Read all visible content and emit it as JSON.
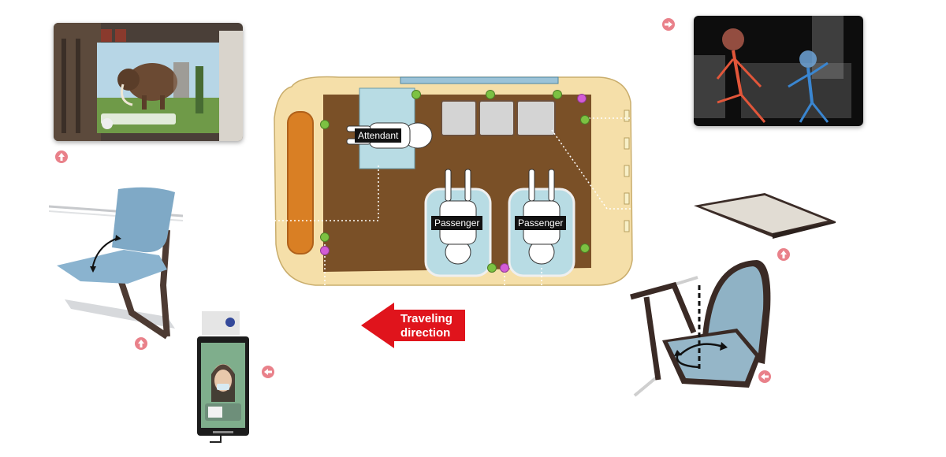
{
  "floorplan": {
    "attendant_label": "Attendant",
    "passenger_label_1": "Passenger",
    "passenger_label_2": "Passenger"
  },
  "direction": {
    "line1": "Traveling",
    "line2": "direction",
    "color": "#e0141c"
  },
  "colors": {
    "marker_green": "#7cc242",
    "marker_magenta": "#d35cd6",
    "pointer_badge": "#e9818a"
  },
  "icons": {
    "pointer_up": "arrow-up-circle",
    "pointer_right": "arrow-right-circle",
    "pointer_left": "arrow-left-circle"
  }
}
